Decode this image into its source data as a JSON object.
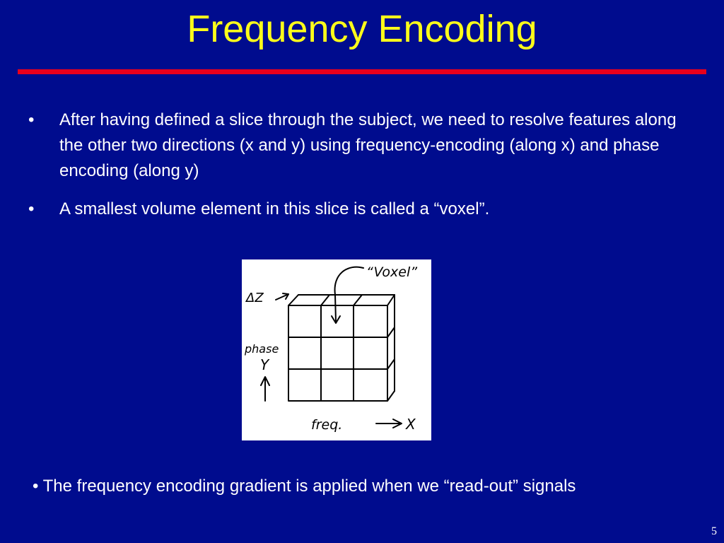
{
  "slide": {
    "title": "Frequency Encoding",
    "bullets": [
      {
        "marker": "•",
        "text": "After having defined a slice through the subject, we need to resolve features along the other two directions (x and y) using frequency-encoding (along x) and phase encoding (along y)"
      },
      {
        "marker": "•",
        "text": "A smallest volume element  in this slice is called a “voxel”."
      }
    ],
    "figure": {
      "voxel_label": "“Voxel”",
      "dz_label": "ΔZ",
      "phase_label": "phase",
      "y_label": "Y",
      "freq_label": "freq.",
      "x_label": "X"
    },
    "bottom_note": "• The frequency encoding gradient is applied when we “read-out” signals",
    "page_number": "5"
  },
  "colors": {
    "background": "#000c8e",
    "title": "#ffff1a",
    "rule": "#e8001c",
    "text": "#ffffff"
  }
}
